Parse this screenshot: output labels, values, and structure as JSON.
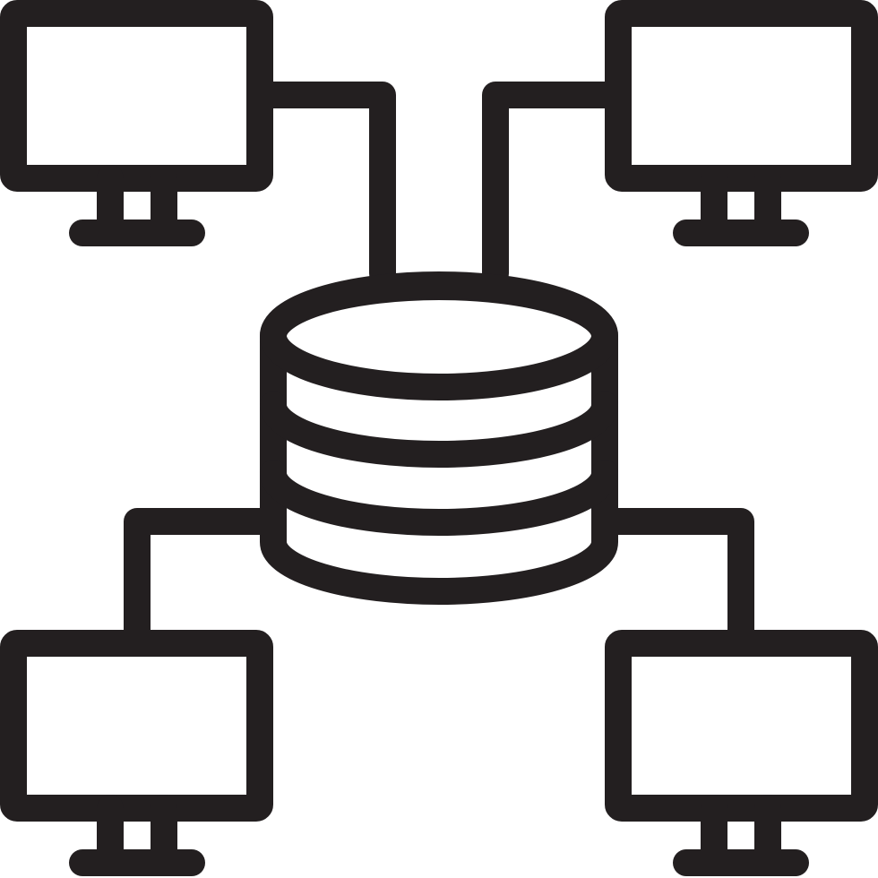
{
  "icon": {
    "name": "database-network-icon",
    "stroke_color": "#231f20",
    "fill_color": "#ffffff",
    "components": {
      "database": "database-cylinder-icon",
      "computers": [
        "monitor-icon-top-left",
        "monitor-icon-top-right",
        "monitor-icon-bottom-left",
        "monitor-icon-bottom-right"
      ]
    }
  }
}
